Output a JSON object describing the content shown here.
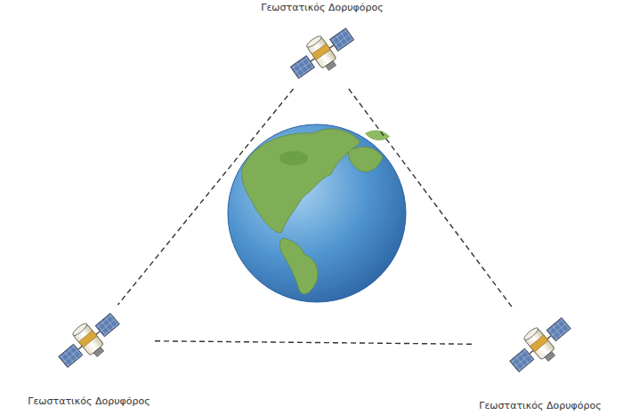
{
  "diagram": {
    "nodes": [
      {
        "text": [
          "Γεωστατικός Δορυφόρος"
        ]
      },
      {
        "text": [
          "Γεωστατικός Δορυφόρος"
        ]
      },
      {
        "text": [
          "Γεωστατικός Δορυφόρος"
        ]
      }
    ],
    "edges": [
      {
        "from": 0,
        "to": 1,
        "arrow": "none"
      },
      {
        "from": 0,
        "to": 2,
        "arrow": "none"
      },
      {
        "from": 1,
        "to": 2,
        "arrow": "none"
      }
    ]
  }
}
